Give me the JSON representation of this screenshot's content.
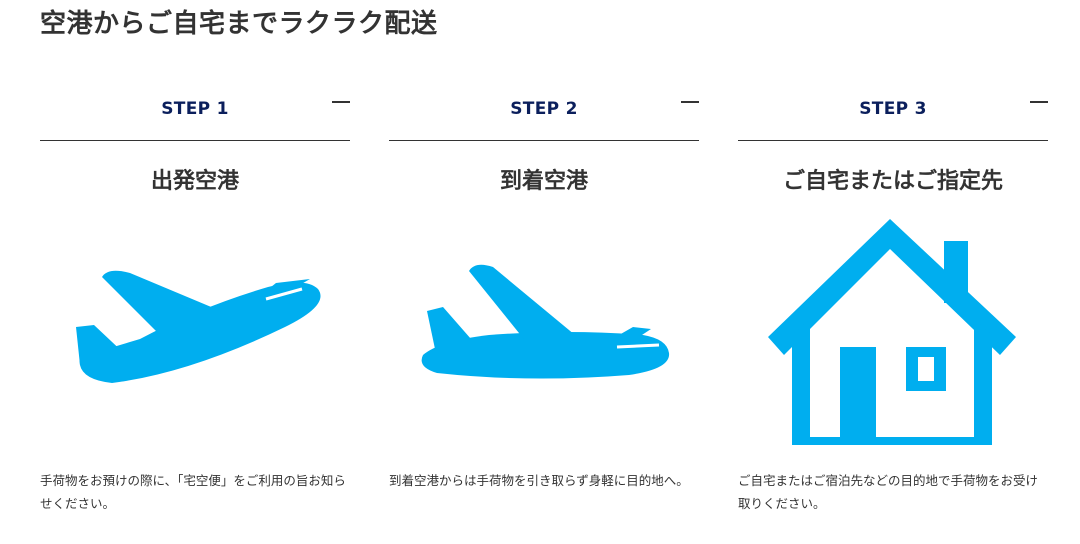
{
  "page": {
    "title": "空港からご自宅までラクラク配送"
  },
  "colors": {
    "icon": "#00aeef",
    "step_label": "#0b1f5c",
    "text": "#333333"
  },
  "steps": [
    {
      "label": "STEP 1",
      "title": "出発空港",
      "icon": "airplane-departure-icon",
      "description": "手荷物をお預けの際に、「宅空便」をご利用の旨お知らせください。"
    },
    {
      "label": "STEP 2",
      "title": "到着空港",
      "icon": "airplane-arrival-icon",
      "description": "到着空港からは手荷物を引き取らず身軽に目的地へ。"
    },
    {
      "label": "STEP 3",
      "title": "ご自宅またはご指定先",
      "icon": "house-icon",
      "description": "ご自宅またはご宿泊先などの目的地で手荷物をお受け取りください。"
    }
  ]
}
